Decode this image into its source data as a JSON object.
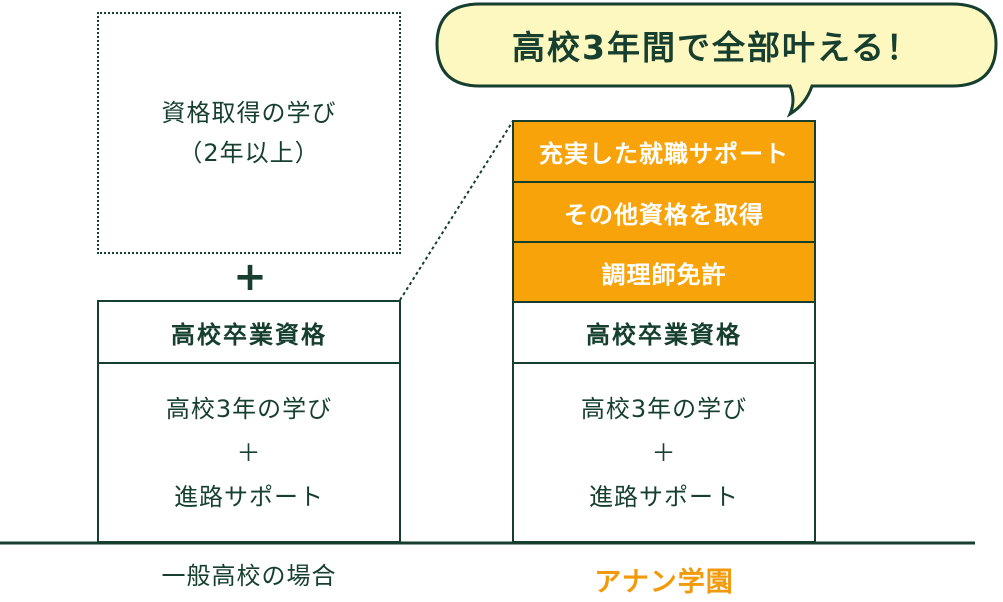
{
  "bubble": {
    "text": "高校3年間で全部叶える！"
  },
  "left": {
    "extra_line1": "資格取得の学び",
    "extra_line2": "（2年以上）",
    "plus": "+",
    "header": "高校卒業資格",
    "body_line1": "高校3年の学び",
    "body_plus": "＋",
    "body_line2": "進路サポート",
    "caption": "一般高校の場合"
  },
  "right": {
    "items": [
      "充実した就職サポート",
      "その他資格を取得",
      "調理師免許"
    ],
    "header": "高校卒業資格",
    "body_line1": "高校3年の学び",
    "body_plus": "＋",
    "body_line2": "進路サポート",
    "caption": "アナン学園"
  },
  "colors": {
    "dark_green": "#163f30",
    "orange": "#f8a30a",
    "bubble": "#fdf8c0"
  }
}
